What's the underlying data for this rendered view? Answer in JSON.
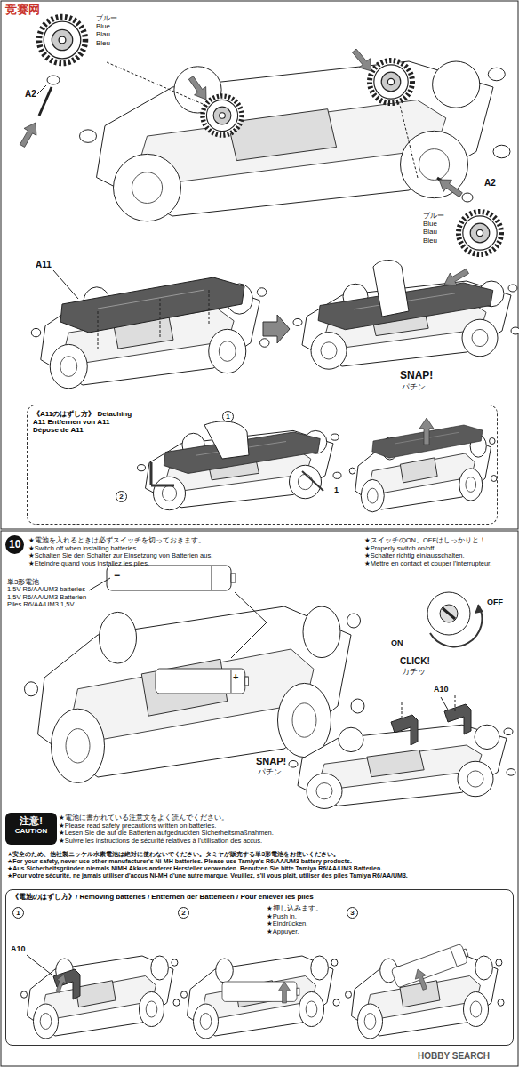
{
  "diagram": {
    "nodes": [
      {
        "text": [
          "《A11のはずし方》 Detaching A11 Entfernen von A11 Dépose de A11"
        ]
      },
      {
        "text": [
          "10"
        ]
      },
      {
        "text": [
          "注意!",
          "CAUTION"
        ]
      },
      {
        "text": [
          "《電池のはずし方》/ Removing batteries / Entfernen der Batterieen / Pour enlever les piles"
        ]
      }
    ],
    "labels": [
      "竞赛网",
      "ブルー",
      "Blue",
      "Blau",
      "Bleu",
      "A2",
      "A2",
      "ブルー",
      "Blue",
      "Blau",
      "Bleu",
      "A11",
      "SNAP!",
      "パチン",
      "1",
      "2",
      "1",
      "★電池を入れるときは必ずスイッチを切っておきます。",
      "★Switch off when installing batteries.",
      "★Schalten Sie den Schalter zur Einsetzung von Batterien aus.",
      "★Eteindre quand vous installez les piles.",
      "★スイッチのON、OFFはしっかりと！",
      "★Properly switch on/off.",
      "★Schalter richtig ein/ausschalten.",
      "★Mettre en contact et couper l'interrupteur.",
      "単3形電池",
      "1.5V R6/AA/UM3 batteries",
      "1,5V R6/AA/UM3 Batterien",
      "Piles R6/AA/UM3 1,5V",
      "−",
      "+",
      "OFF",
      "ON",
      "CLICK!",
      "カチッ",
      "A10",
      "SNAP!",
      "パチン",
      "★電池に書かれている注意文をよく読んでください。",
      "★Please read safety precautions written on batteries.",
      "★Lesen Sie die auf die Batterien aufgedruckten Sicherheitsmaßnahmen.",
      "★Suivre les instructions de sécurité relatives à l'utilisation des accus.",
      "★安全のため、他社製ニッケル水素電池は絶対に使わないでください。タミヤが販売する単3形電池をお使いください。",
      "★For your safety, never use other manufacturer's Ni-MH batteries. Please use Tamiya's R6/AA/UM3 battery products.",
      "★Aus Sicherheitsgründen niemals NiMH Akkus anderer Hersteller verwenden. Benutzen Sie bitte Tamiya R6/AA/UM3 Batterien.",
      "★Pour votre sécurité, ne jamais utiliser d'accus Ni-MH d'une autre marque. Veuillez, s'il vous plaît, utiliser des piles Tamiya R6/AA/UM3.",
      "1",
      "A10",
      "2",
      "★押し込みます。",
      "★Push in.",
      "★Eindrücken.",
      "★Appuyer.",
      "3",
      "HOBBY SEARCH"
    ]
  }
}
